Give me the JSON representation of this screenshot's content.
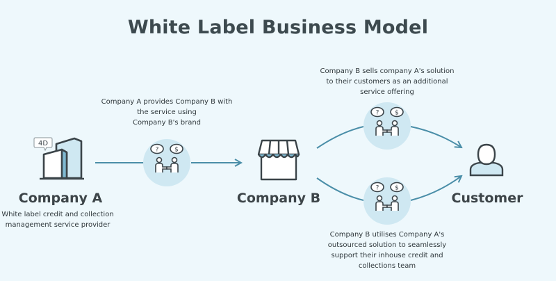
{
  "title": "White Label Business Model",
  "company_a": {
    "badge": "4D",
    "name": "Company A",
    "description": [
      "White label credit and collection",
      "management service provider"
    ]
  },
  "company_b": {
    "name": "Company B"
  },
  "customer": {
    "name": "Customer"
  },
  "flow_a_to_b": [
    "Company A provides Company B with",
    "the service using",
    "Company B's brand"
  ],
  "flow_b_top": [
    "Company B sells company A's solution",
    "to their customers as an additional",
    "service offering"
  ],
  "flow_b_bottom": [
    "Company B utilises Company A's",
    "outsourced solution to seamlessly",
    "support their inhouse credit and",
    "collections team"
  ],
  "bubble_symbols": [
    "?",
    "$"
  ],
  "colors": {
    "background": "#eef8fc",
    "line": "#4a8ea8",
    "circle": "#cfe8f2",
    "icon": "#3b4449",
    "accent": "#7fb9d2"
  }
}
